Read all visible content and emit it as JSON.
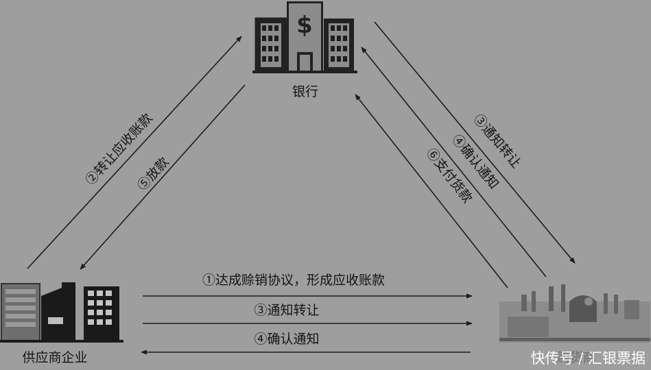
{
  "nodes": {
    "bank": "银行",
    "supplier": "供应商企业",
    "buyer": "购货商"
  },
  "edges": {
    "e1": "①达成赊销协议，形成应收账款",
    "e3_bottom": "③通知转让",
    "e4_bottom": "④确认通知",
    "e2": "②转让应收账款",
    "e5": "⑤放款",
    "e3_right": "③通知转让",
    "e4_right": "④确认通知",
    "e6": "⑥支付货款"
  },
  "watermark": "快传号 / 汇银票据",
  "bank_sign": "$"
}
